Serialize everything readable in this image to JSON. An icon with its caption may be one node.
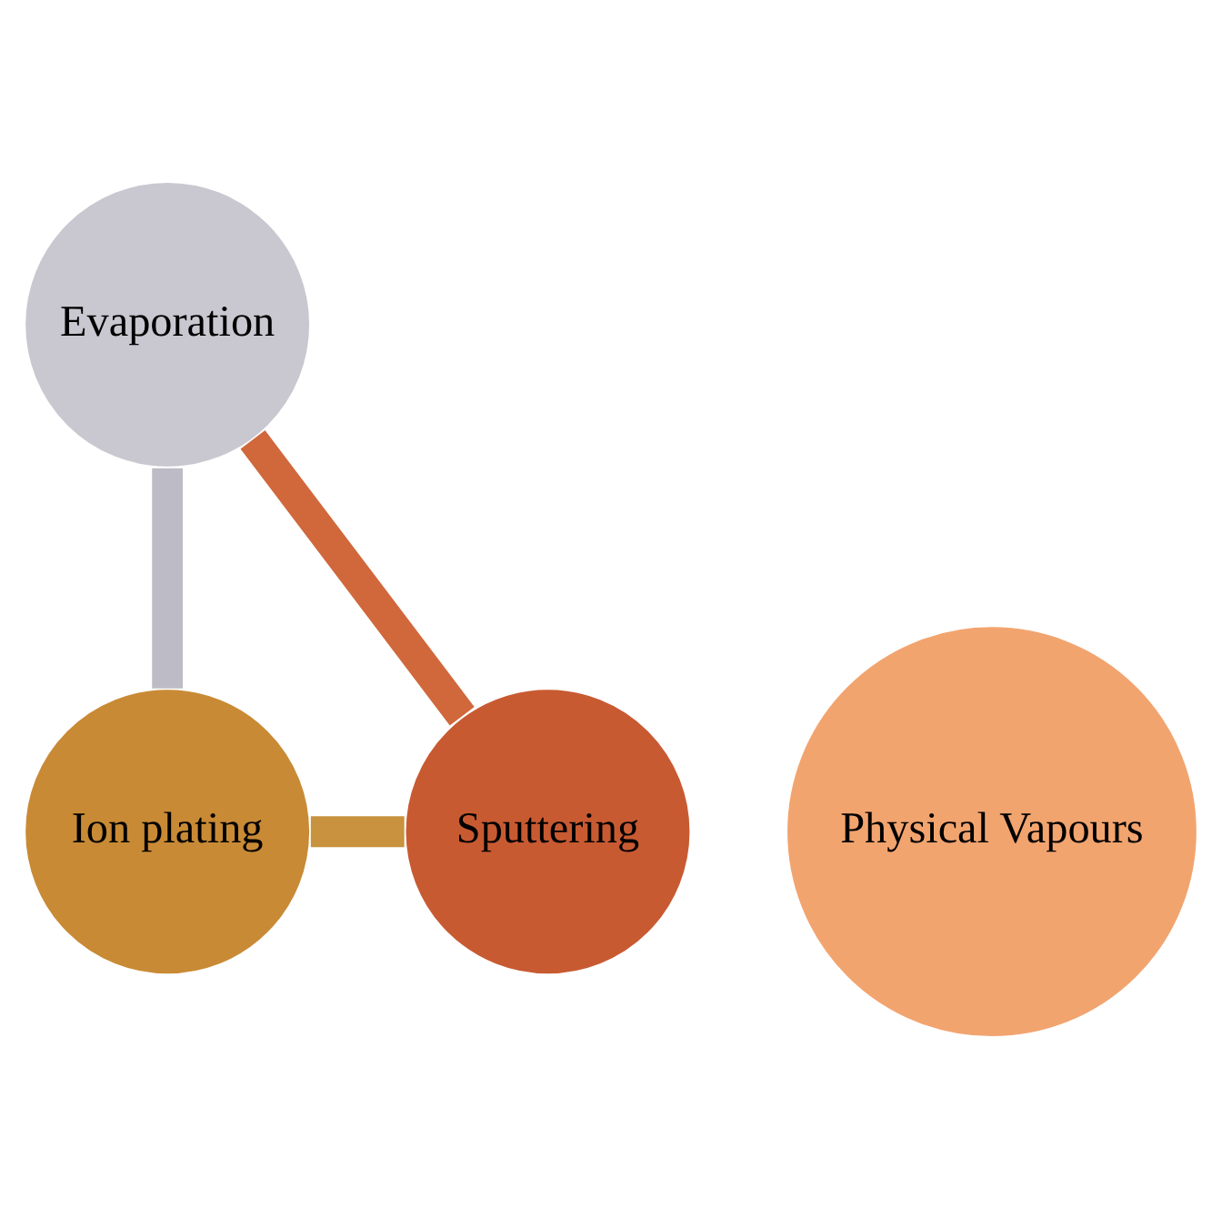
{
  "diagram": {
    "nodes": [
      {
        "text": [
          "Physical Vapours"
        ]
      },
      {
        "text": [
          "Evaporation"
        ]
      },
      {
        "text": [
          "Ion plating"
        ]
      },
      {
        "text": [
          "Sputtering"
        ]
      }
    ],
    "edges": [
      {
        "from": 1,
        "to": 2,
        "arrow": "none",
        "color": "#bdbcc6"
      },
      {
        "from": 2,
        "to": 3,
        "arrow": "none",
        "color": "#c8923e"
      },
      {
        "from": 3,
        "to": 1,
        "arrow": "none",
        "color": "#d0683c"
      }
    ]
  }
}
